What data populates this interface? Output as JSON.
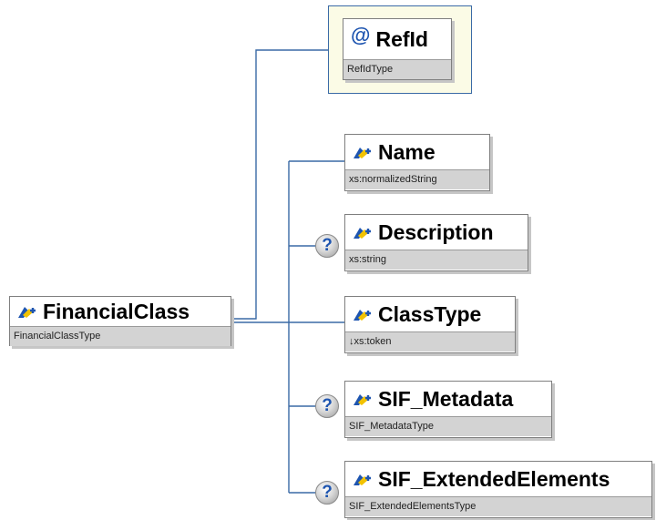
{
  "root": {
    "name": "FinancialClass",
    "type": "FinancialClassType",
    "icon": "element-icon"
  },
  "attribute": {
    "name": "RefId",
    "type": "RefIdType",
    "icon": "at-icon",
    "symbol": "@"
  },
  "children": [
    {
      "name": "Name",
      "type": "xs:normalizedString",
      "optional": false,
      "icon": "element-icon"
    },
    {
      "name": "Description",
      "type": "xs:string",
      "optional": true,
      "icon": "element-icon"
    },
    {
      "name": "ClassType",
      "type": "↓xs:token",
      "optional": false,
      "icon": "element-icon"
    },
    {
      "name": "SIF_Metadata",
      "type": "SIF_MetadataType",
      "optional": true,
      "icon": "element-icon"
    },
    {
      "name": "SIF_ExtendedElements",
      "type": "SIF_ExtendedElementsType",
      "optional": true,
      "icon": "element-icon"
    }
  ],
  "optional_marker": "?",
  "colors": {
    "connector": "#3a6aa6",
    "attribute_background": "#fbfbe6",
    "type_band": "#d3d3d3",
    "icon_blue": "#1e55b0",
    "icon_yellow": "#f2c200"
  }
}
